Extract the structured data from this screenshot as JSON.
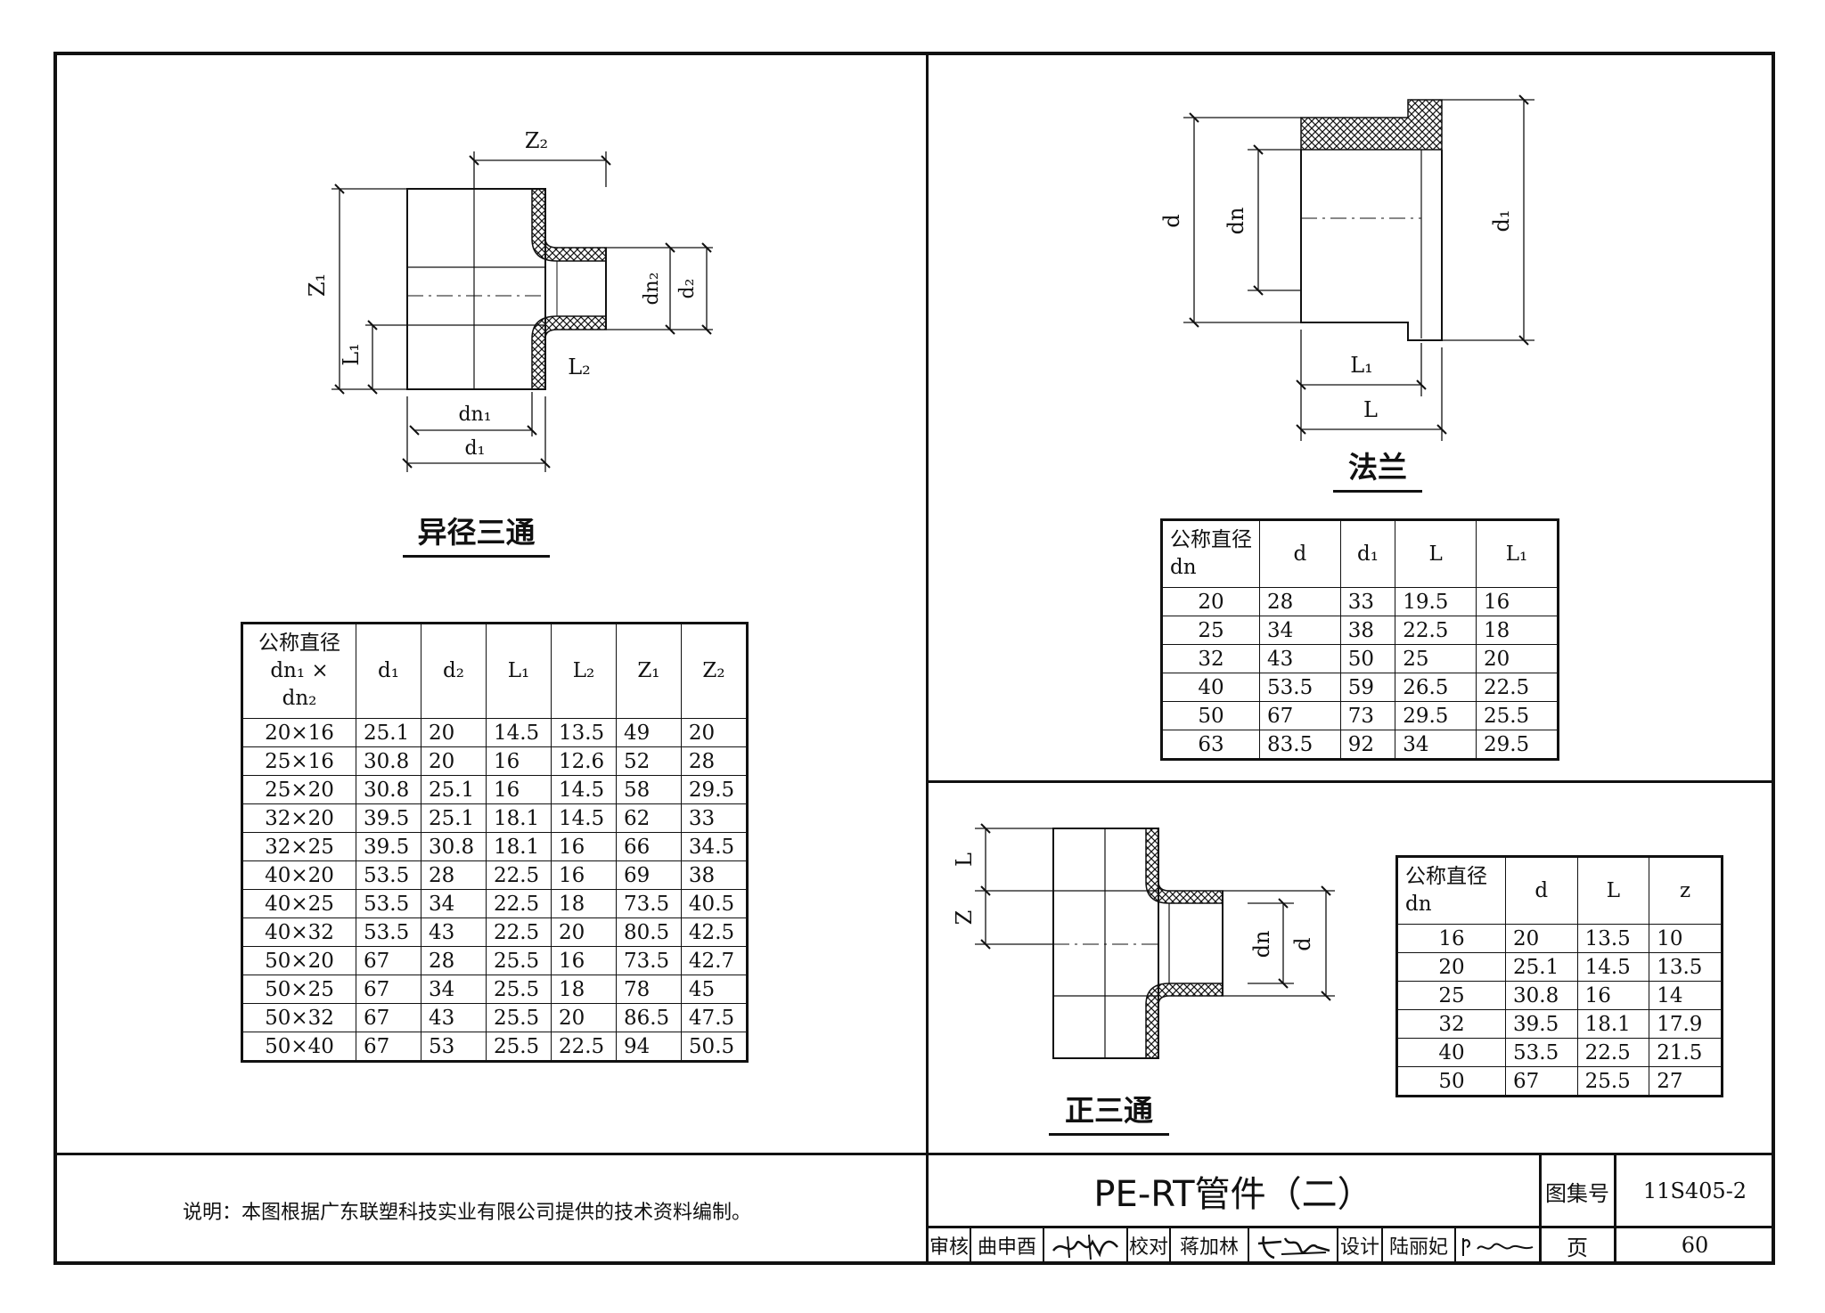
{
  "drawing1": {
    "title": "异径三通",
    "labels": {
      "z2": "Z₂",
      "z1": "Z₁",
      "l1": "L₁",
      "l2": "L₂",
      "dn2": "dn₂",
      "d2": "d₂",
      "dn1": "dn₁",
      "d1": "d₁"
    },
    "table": {
      "headers": [
        "公称直径 dn₁ × dn₂",
        "d₁",
        "d₂",
        "L₁",
        "L₂",
        "Z₁",
        "Z₂"
      ],
      "rows": [
        [
          "20×16",
          "25.1",
          "20",
          "14.5",
          "13.5",
          "49",
          "20"
        ],
        [
          "25×16",
          "30.8",
          "20",
          "16",
          "12.6",
          "52",
          "28"
        ],
        [
          "25×20",
          "30.8",
          "25.1",
          "16",
          "14.5",
          "58",
          "29.5"
        ],
        [
          "32×20",
          "39.5",
          "25.1",
          "18.1",
          "14.5",
          "62",
          "33"
        ],
        [
          "32×25",
          "39.5",
          "30.8",
          "18.1",
          "16",
          "66",
          "34.5"
        ],
        [
          "40×20",
          "53.5",
          "28",
          "22.5",
          "16",
          "69",
          "38"
        ],
        [
          "40×25",
          "53.5",
          "34",
          "22.5",
          "18",
          "73.5",
          "40.5"
        ],
        [
          "40×32",
          "53.5",
          "43",
          "22.5",
          "20",
          "80.5",
          "42.5"
        ],
        [
          "50×20",
          "67",
          "28",
          "25.5",
          "16",
          "73.5",
          "42.7"
        ],
        [
          "50×25",
          "67",
          "34",
          "25.5",
          "18",
          "78",
          "45"
        ],
        [
          "50×32",
          "67",
          "43",
          "25.5",
          "20",
          "86.5",
          "47.5"
        ],
        [
          "50×40",
          "67",
          "53",
          "25.5",
          "22.5",
          "94",
          "50.5"
        ]
      ]
    }
  },
  "drawing2": {
    "title": "法兰",
    "labels": {
      "d": "d",
      "dn": "dn",
      "d1": "d₁",
      "l1": "L₁",
      "l": "L"
    },
    "table": {
      "headers": [
        "公称直径 dn",
        "d",
        "d₁",
        "L",
        "L₁"
      ],
      "rows": [
        [
          "20",
          "28",
          "33",
          "19.5",
          "16"
        ],
        [
          "25",
          "34",
          "38",
          "22.5",
          "18"
        ],
        [
          "32",
          "43",
          "50",
          "25",
          "20"
        ],
        [
          "40",
          "53.5",
          "59",
          "26.5",
          "22.5"
        ],
        [
          "50",
          "67",
          "73",
          "29.5",
          "25.5"
        ],
        [
          "63",
          "83.5",
          "92",
          "34",
          "29.5"
        ]
      ]
    }
  },
  "drawing3": {
    "title": "正三通",
    "labels": {
      "l": "L",
      "z": "Z",
      "dn": "dn",
      "d": "d"
    },
    "table": {
      "headers": [
        "公称直径 dn",
        "d",
        "L",
        "z"
      ],
      "rows": [
        [
          "16",
          "20",
          "13.5",
          "10"
        ],
        [
          "20",
          "25.1",
          "14.5",
          "13.5"
        ],
        [
          "25",
          "30.8",
          "16",
          "14"
        ],
        [
          "32",
          "39.5",
          "18.1",
          "17.9"
        ],
        [
          "40",
          "53.5",
          "22.5",
          "21.5"
        ],
        [
          "50",
          "67",
          "25.5",
          "27"
        ]
      ]
    }
  },
  "note": "说明：本图根据广东联塑科技实业有限公司提供的技术资料编制。",
  "titleblock": {
    "title": "PE-RT管件（二）",
    "atlas_label": "图集号",
    "atlas_no": "11S405-2",
    "page_label": "页",
    "page_no": "60",
    "review_label": "审核",
    "reviewer": "曲申酉",
    "check_label": "校对",
    "checker": "蒋加林",
    "design_label": "设计",
    "designer": "陆丽妃"
  }
}
